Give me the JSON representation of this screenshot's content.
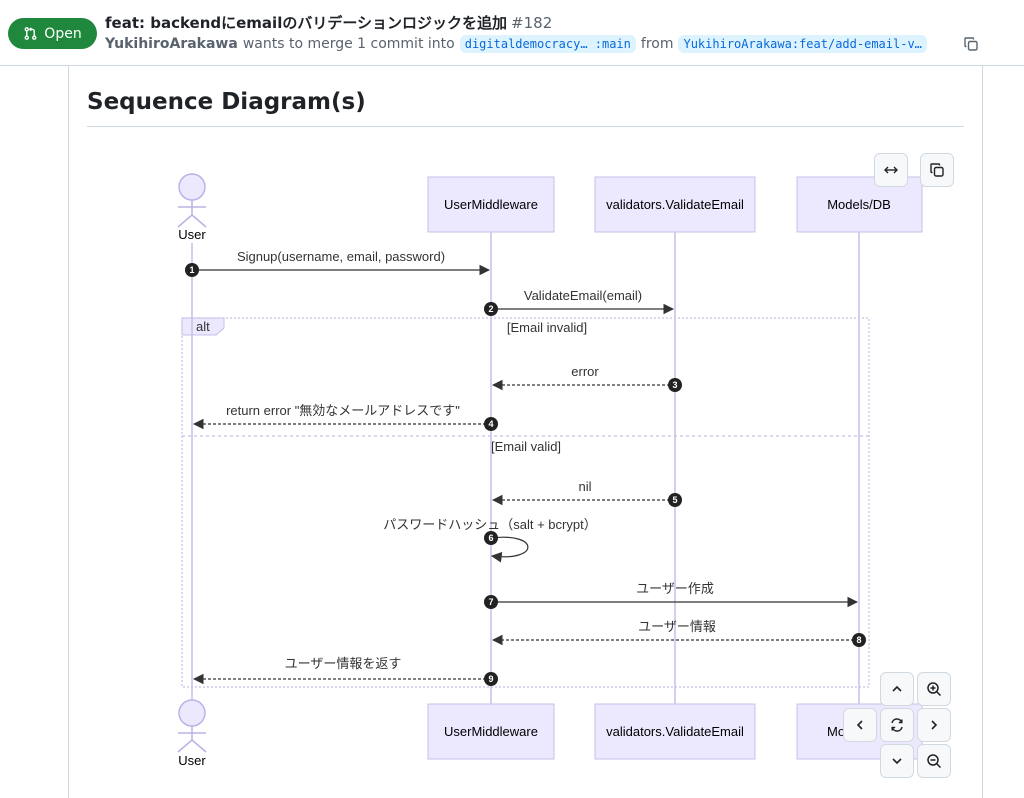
{
  "pr": {
    "state": "Open",
    "title": "feat: backendにemailのバリデーションロジックを追加",
    "number": "#182",
    "author": "YukihiroArakawa",
    "merge_text": "wants to merge 1 commit into",
    "base_branch": "digitaldemocracy… :main",
    "from_text": "from",
    "head_branch": "YukihiroArakawa:feat/add-email-v…"
  },
  "section": {
    "heading": "Sequence Diagram(s)"
  },
  "diagram": {
    "participants": [
      "User",
      "UserMiddleware",
      "validators.ValidateEmail",
      "Models/DB"
    ],
    "bottom_partial_label": "Mo",
    "fragment": {
      "label": "alt",
      "condition_1": "[Email invalid]",
      "condition_2": "[Email valid]"
    },
    "messages": [
      {
        "num": "1",
        "label": "Signup(username, email, password)"
      },
      {
        "num": "2",
        "label": "ValidateEmail(email)"
      },
      {
        "num": "3",
        "label": "error"
      },
      {
        "num": "4",
        "label": "return error \"無効なメールアドレスです\""
      },
      {
        "num": "5",
        "label": "nil"
      },
      {
        "num": "6",
        "label": "パスワードハッシュ（salt + bcrypt）"
      },
      {
        "num": "7",
        "label": "ユーザー作成"
      },
      {
        "num": "8",
        "label": "ユーザー情報"
      },
      {
        "num": "9",
        "label": "ユーザー情報を返す"
      }
    ]
  },
  "controls": {
    "top": [
      "expand-icon",
      "copy-icon"
    ],
    "pan_zoom": [
      "chevron-up-icon",
      "zoom-in-icon",
      "chevron-left-icon",
      "reset-icon",
      "chevron-right-icon",
      "chevron-down-icon",
      "zoom-out-icon"
    ]
  }
}
